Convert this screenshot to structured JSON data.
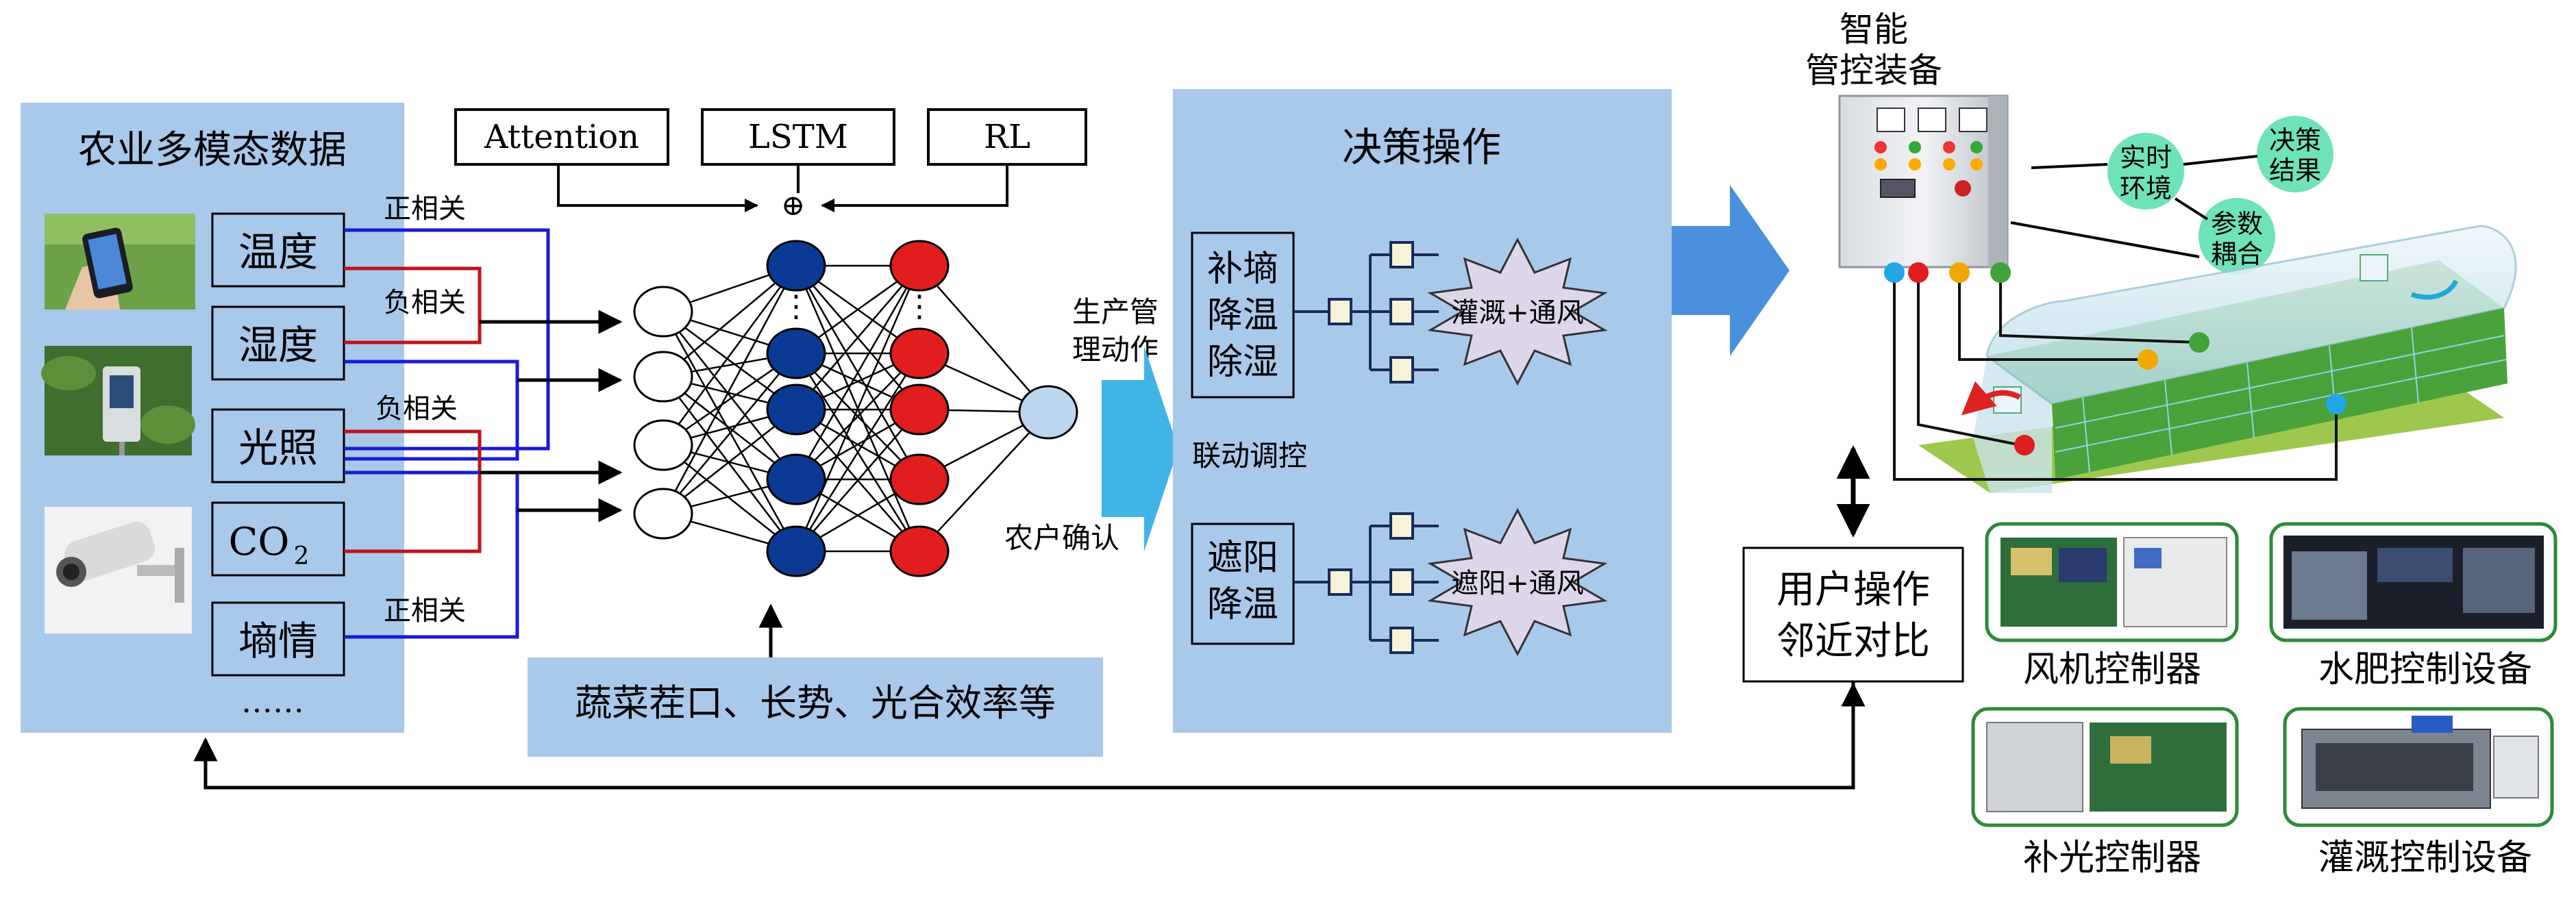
{
  "data_panel": {
    "title": "农业多模态数据",
    "variables": [
      {
        "label": "温度"
      },
      {
        "label": "湿度"
      },
      {
        "label": "光照"
      },
      {
        "label": "CO"
      },
      {
        "label": "墒情"
      }
    ],
    "co2_subscript": "2",
    "more": "……"
  },
  "correlations": {
    "pos1": "正相关",
    "neg1": "负相关",
    "neg2": "负相关",
    "pos2": "正相关"
  },
  "model_boxes": {
    "attention": "Attention",
    "lstm": "LSTM",
    "rl": "RL",
    "plus": "⊕"
  },
  "network": {
    "output_label_line1": "生产管",
    "output_label_line2": "理动作",
    "farmer_confirm": "农户确认",
    "hidden_dots": "⋮",
    "bottom_input": "蔬菜茬口、长势、光合效率等"
  },
  "decision_panel": {
    "title": "决策操作",
    "linkage": "联动调控",
    "group1_line1": "补墒",
    "group1_line2": "降温",
    "group1_line3": "除湿",
    "group1_burst": "灌溉+通风",
    "group2_line1": "遮阳",
    "group2_line2": "降温",
    "group2_burst": "遮阳+通风"
  },
  "equipment": {
    "title_line1": "智能",
    "title_line2": "管控装备",
    "bubble_env_line1": "实时",
    "bubble_env_line2": "环境",
    "bubble_result_line1": "决策",
    "bubble_result_line2": "结果",
    "bubble_param_line1": "参数",
    "bubble_param_line2": "耦合"
  },
  "user_box": {
    "line1": "用户操作",
    "line2": "邻近对比"
  },
  "devices": [
    {
      "label": "风机控制器"
    },
    {
      "label": "水肥控制设备"
    },
    {
      "label": "补光控制器"
    },
    {
      "label": "灌溉控制设备"
    }
  ],
  "colors": {
    "panel_blue": "#a9c9ea",
    "positive_line": "#1a1ad6",
    "negative_line": "#c0121a",
    "hidden_node": "#0b3a94",
    "output_node": "#e21d1d",
    "final_node": "#bcd6f0",
    "arrow_blue": "#4a90dd",
    "arrow_cyan": "#41b4e6",
    "bubble_green": "#6fe3b8",
    "device_border": "#2d8a3a"
  }
}
